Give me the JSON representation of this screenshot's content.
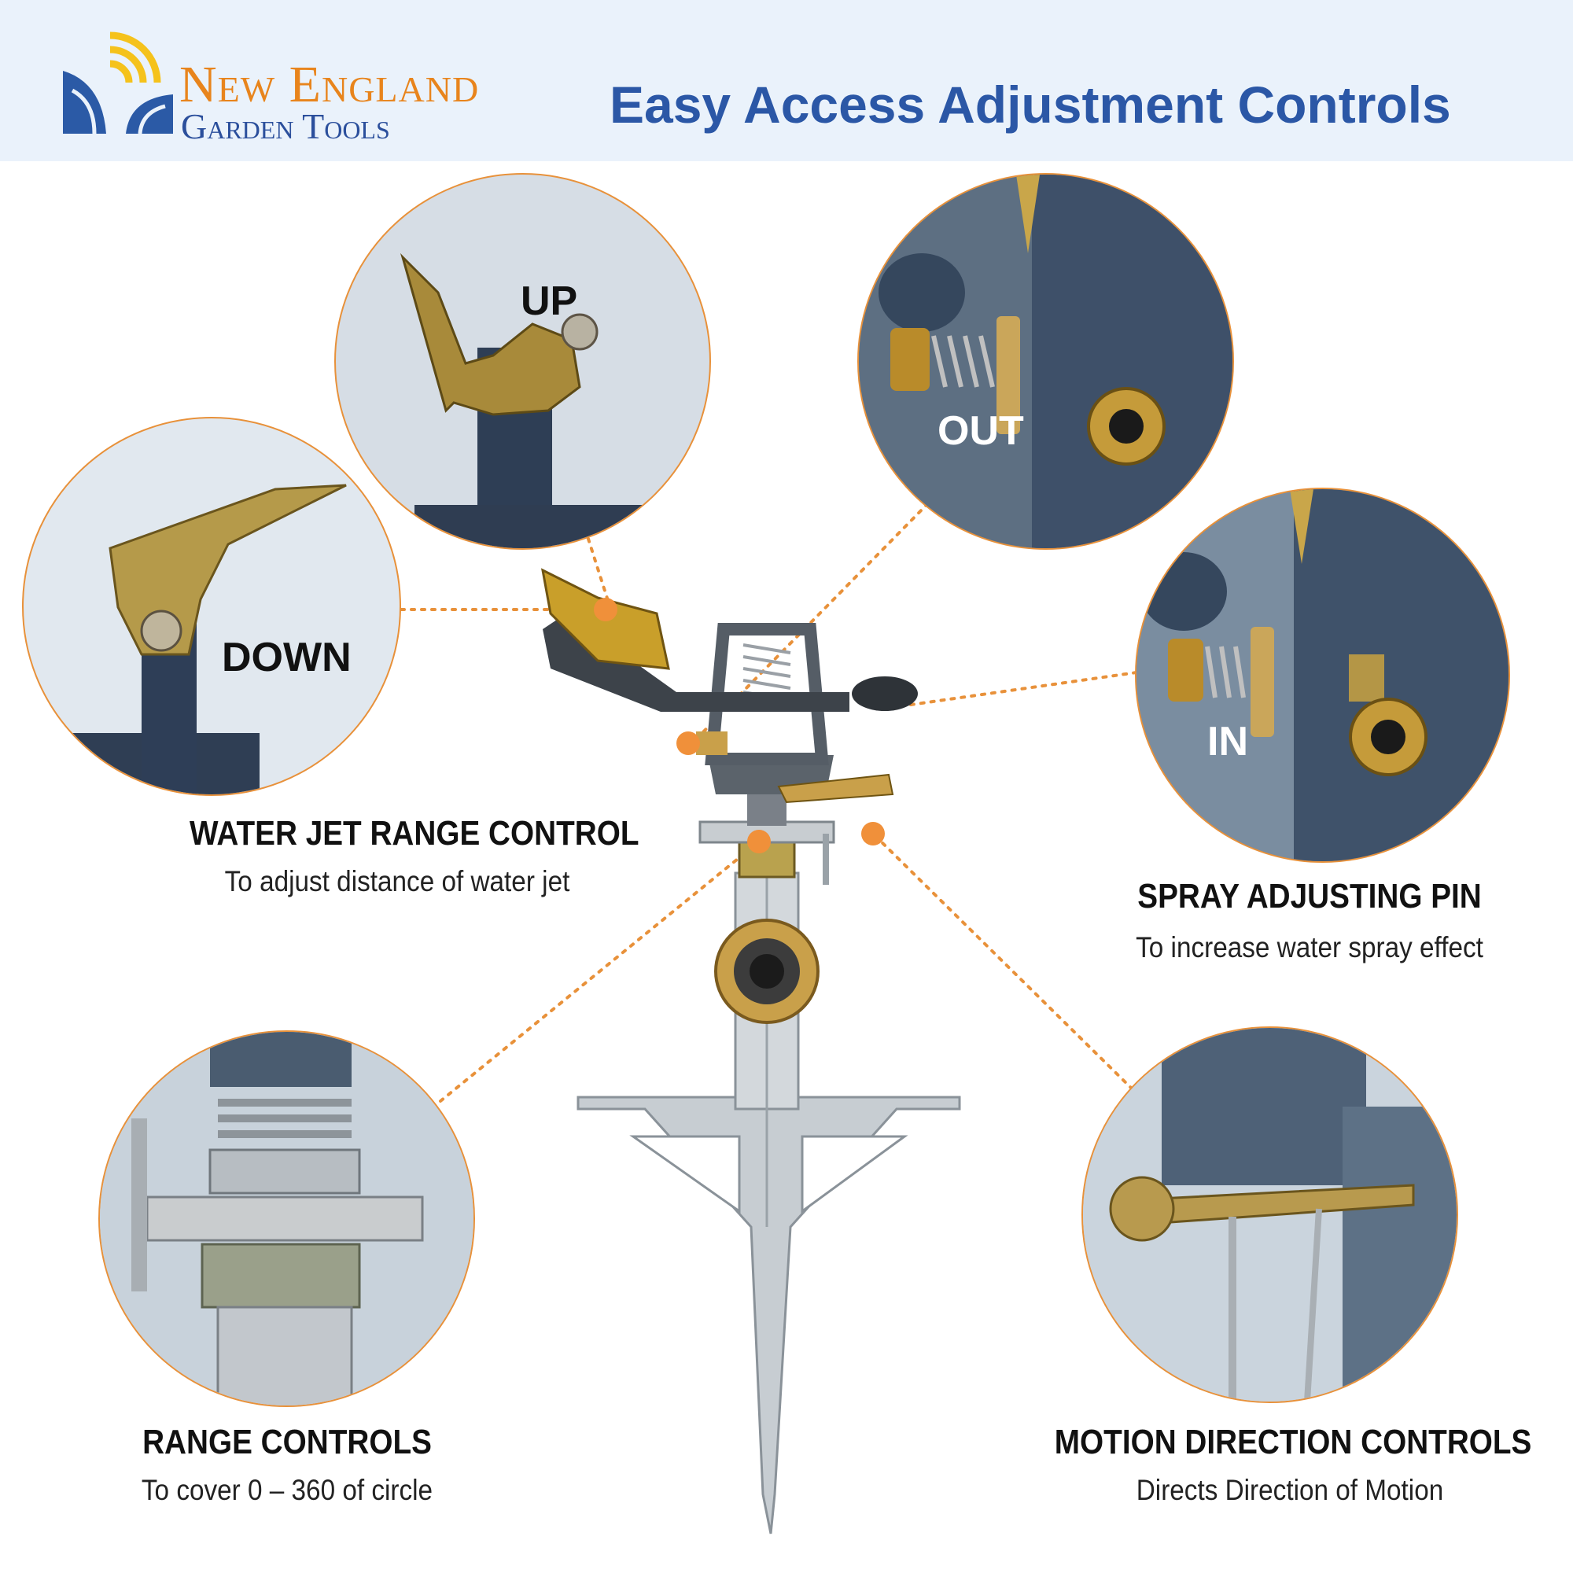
{
  "brand": {
    "line1": "New England",
    "line2": "Garden Tools",
    "colors": {
      "orange": "#e8841c",
      "blue": "#2b4f9c",
      "yellow": "#f5c21b"
    }
  },
  "headline": "Easy Access Adjustment Controls",
  "callouts": {
    "up": "UP",
    "down": "DOWN",
    "out": "OUT",
    "in": "IN"
  },
  "features": [
    {
      "title": "WATER JET RANGE CONTROL",
      "subtitle": "To adjust distance of water jet"
    },
    {
      "title": "SPRAY ADJUSTING PIN",
      "subtitle": "To increase water spray effect"
    },
    {
      "title": "RANGE CONTROLS",
      "subtitle": "To cover 0 – 360 of circle"
    },
    {
      "title": "MOTION DIRECTION CONTROLS",
      "subtitle": "Directs Direction of Motion"
    }
  ],
  "accent_color": "#f0903a"
}
